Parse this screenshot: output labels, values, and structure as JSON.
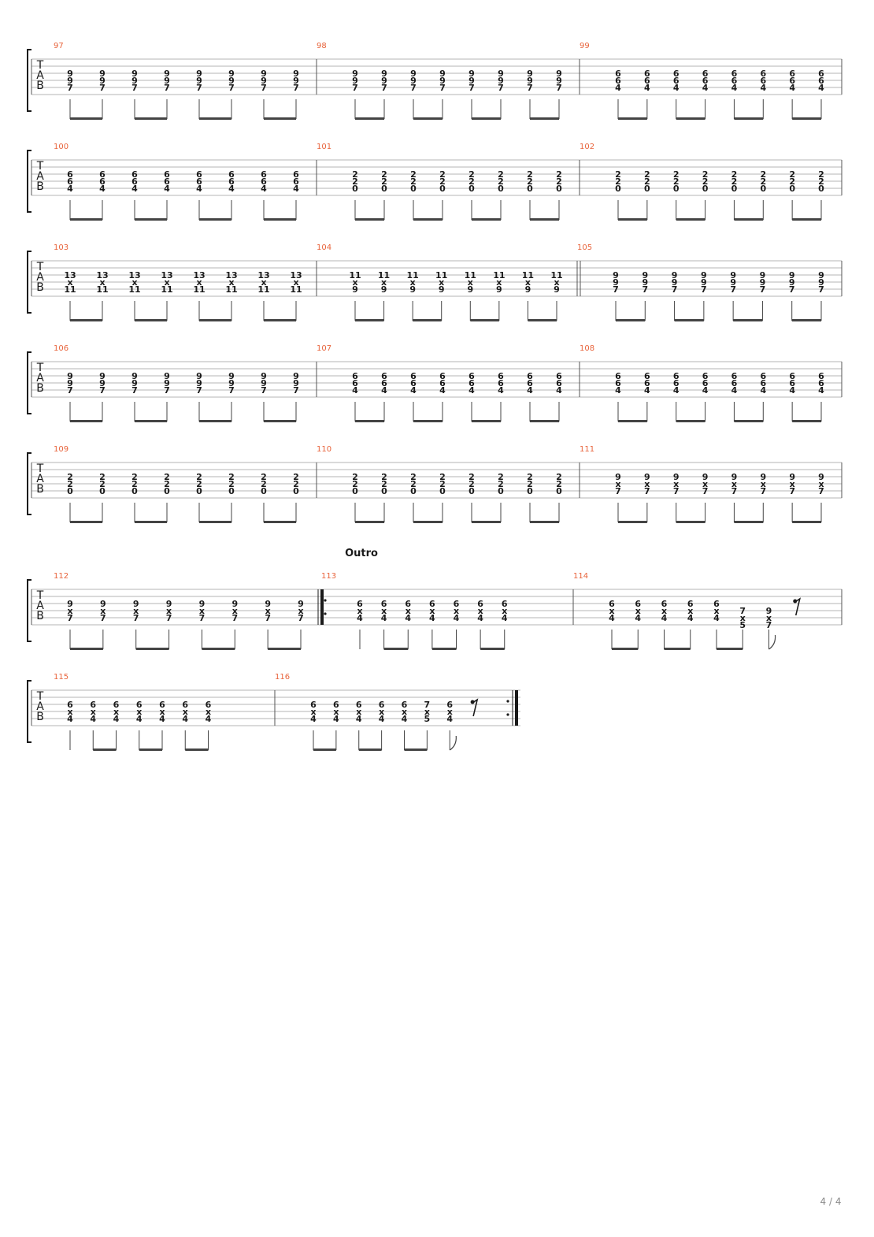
{
  "tab_label": [
    "T",
    "A",
    "B"
  ],
  "page_number": "4 / 4",
  "colors": {
    "measure_number": "#e8643c",
    "ink": "#1a1a1a",
    "line": "#b4b4b4"
  },
  "systems": [
    {
      "measures": [
        {
          "number": "97",
          "chords": [
            [
              "9",
              "9",
              "7"
            ],
            [
              "9",
              "9",
              "7"
            ],
            [
              "9",
              "9",
              "7"
            ],
            [
              "9",
              "9",
              "7"
            ],
            [
              "9",
              "9",
              "7"
            ],
            [
              "9",
              "9",
              "7"
            ],
            [
              "9",
              "9",
              "7"
            ],
            [
              "9",
              "9",
              "7"
            ]
          ]
        },
        {
          "number": "98",
          "chords": [
            [
              "9",
              "9",
              "7"
            ],
            [
              "9",
              "9",
              "7"
            ],
            [
              "9",
              "9",
              "7"
            ],
            [
              "9",
              "9",
              "7"
            ],
            [
              "9",
              "9",
              "7"
            ],
            [
              "9",
              "9",
              "7"
            ],
            [
              "9",
              "9",
              "7"
            ],
            [
              "9",
              "9",
              "7"
            ]
          ]
        },
        {
          "number": "99",
          "chords": [
            [
              "6",
              "6",
              "4"
            ],
            [
              "6",
              "6",
              "4"
            ],
            [
              "6",
              "6",
              "4"
            ],
            [
              "6",
              "6",
              "4"
            ],
            [
              "6",
              "6",
              "4"
            ],
            [
              "6",
              "6",
              "4"
            ],
            [
              "6",
              "6",
              "4"
            ],
            [
              "6",
              "6",
              "4"
            ]
          ]
        }
      ]
    },
    {
      "measures": [
        {
          "number": "100",
          "chords": [
            [
              "6",
              "6",
              "4"
            ],
            [
              "6",
              "6",
              "4"
            ],
            [
              "6",
              "6",
              "4"
            ],
            [
              "6",
              "6",
              "4"
            ],
            [
              "6",
              "6",
              "4"
            ],
            [
              "6",
              "6",
              "4"
            ],
            [
              "6",
              "6",
              "4"
            ],
            [
              "6",
              "6",
              "4"
            ]
          ]
        },
        {
          "number": "101",
          "chords": [
            [
              "2",
              "2",
              "0"
            ],
            [
              "2",
              "2",
              "0"
            ],
            [
              "2",
              "2",
              "0"
            ],
            [
              "2",
              "2",
              "0"
            ],
            [
              "2",
              "2",
              "0"
            ],
            [
              "2",
              "2",
              "0"
            ],
            [
              "2",
              "2",
              "0"
            ],
            [
              "2",
              "2",
              "0"
            ]
          ]
        },
        {
          "number": "102",
          "chords": [
            [
              "2",
              "2",
              "0"
            ],
            [
              "2",
              "2",
              "0"
            ],
            [
              "2",
              "2",
              "0"
            ],
            [
              "2",
              "2",
              "0"
            ],
            [
              "2",
              "2",
              "0"
            ],
            [
              "2",
              "2",
              "0"
            ],
            [
              "2",
              "2",
              "0"
            ],
            [
              "2",
              "2",
              "0"
            ]
          ]
        }
      ]
    },
    {
      "measures": [
        {
          "number": "103",
          "chords": [
            [
              "13",
              "x",
              "11"
            ],
            [
              "13",
              "x",
              "11"
            ],
            [
              "13",
              "x",
              "11"
            ],
            [
              "13",
              "x",
              "11"
            ],
            [
              "13",
              "x",
              "11"
            ],
            [
              "13",
              "x",
              "11"
            ],
            [
              "13",
              "x",
              "11"
            ],
            [
              "13",
              "x",
              "11"
            ]
          ]
        },
        {
          "number": "104",
          "chords": [
            [
              "11",
              "x",
              "9"
            ],
            [
              "11",
              "x",
              "9"
            ],
            [
              "11",
              "x",
              "9"
            ],
            [
              "11",
              "x",
              "9"
            ],
            [
              "11",
              "x",
              "9"
            ],
            [
              "11",
              "x",
              "9"
            ],
            [
              "11",
              "x",
              "9"
            ],
            [
              "11",
              "x",
              "9"
            ]
          ]
        },
        {
          "number": "105",
          "double_bar_start": true,
          "chords": [
            [
              "9",
              "9",
              "7"
            ],
            [
              "9",
              "9",
              "7"
            ],
            [
              "9",
              "9",
              "7"
            ],
            [
              "9",
              "9",
              "7"
            ],
            [
              "9",
              "9",
              "7"
            ],
            [
              "9",
              "9",
              "7"
            ],
            [
              "9",
              "9",
              "7"
            ],
            [
              "9",
              "9",
              "7"
            ]
          ]
        }
      ]
    },
    {
      "measures": [
        {
          "number": "106",
          "chords": [
            [
              "9",
              "9",
              "7"
            ],
            [
              "9",
              "9",
              "7"
            ],
            [
              "9",
              "9",
              "7"
            ],
            [
              "9",
              "9",
              "7"
            ],
            [
              "9",
              "9",
              "7"
            ],
            [
              "9",
              "9",
              "7"
            ],
            [
              "9",
              "9",
              "7"
            ],
            [
              "9",
              "9",
              "7"
            ]
          ]
        },
        {
          "number": "107",
          "chords": [
            [
              "6",
              "6",
              "4"
            ],
            [
              "6",
              "6",
              "4"
            ],
            [
              "6",
              "6",
              "4"
            ],
            [
              "6",
              "6",
              "4"
            ],
            [
              "6",
              "6",
              "4"
            ],
            [
              "6",
              "6",
              "4"
            ],
            [
              "6",
              "6",
              "4"
            ],
            [
              "6",
              "6",
              "4"
            ]
          ]
        },
        {
          "number": "108",
          "chords": [
            [
              "6",
              "6",
              "4"
            ],
            [
              "6",
              "6",
              "4"
            ],
            [
              "6",
              "6",
              "4"
            ],
            [
              "6",
              "6",
              "4"
            ],
            [
              "6",
              "6",
              "4"
            ],
            [
              "6",
              "6",
              "4"
            ],
            [
              "6",
              "6",
              "4"
            ],
            [
              "6",
              "6",
              "4"
            ]
          ]
        }
      ]
    },
    {
      "measures": [
        {
          "number": "109",
          "chords": [
            [
              "2",
              "2",
              "0"
            ],
            [
              "2",
              "2",
              "0"
            ],
            [
              "2",
              "2",
              "0"
            ],
            [
              "2",
              "2",
              "0"
            ],
            [
              "2",
              "2",
              "0"
            ],
            [
              "2",
              "2",
              "0"
            ],
            [
              "2",
              "2",
              "0"
            ],
            [
              "2",
              "2",
              "0"
            ]
          ]
        },
        {
          "number": "110",
          "chords": [
            [
              "2",
              "2",
              "0"
            ],
            [
              "2",
              "2",
              "0"
            ],
            [
              "2",
              "2",
              "0"
            ],
            [
              "2",
              "2",
              "0"
            ],
            [
              "2",
              "2",
              "0"
            ],
            [
              "2",
              "2",
              "0"
            ],
            [
              "2",
              "2",
              "0"
            ],
            [
              "2",
              "2",
              "0"
            ]
          ]
        },
        {
          "number": "111",
          "chords": [
            [
              "9",
              "x",
              "7"
            ],
            [
              "9",
              "x",
              "7"
            ],
            [
              "9",
              "x",
              "7"
            ],
            [
              "9",
              "x",
              "7"
            ],
            [
              "9",
              "x",
              "7"
            ],
            [
              "9",
              "x",
              "7"
            ],
            [
              "9",
              "x",
              "7"
            ],
            [
              "9",
              "x",
              "7"
            ]
          ]
        }
      ]
    },
    {
      "section_label": "Outro",
      "measures": [
        {
          "number": "112",
          "end_repeat_start_bar": true,
          "chords": [
            [
              "9",
              "x",
              "7"
            ],
            [
              "9",
              "x",
              "7"
            ],
            [
              "9",
              "x",
              "7"
            ],
            [
              "9",
              "x",
              "7"
            ],
            [
              "9",
              "x",
              "7"
            ],
            [
              "9",
              "x",
              "7"
            ],
            [
              "9",
              "x",
              "7"
            ],
            [
              "9",
              "x",
              "7"
            ]
          ]
        },
        {
          "number": "113",
          "repeat_start": true,
          "rhythm": "single-then-pairs",
          "chords": [
            [
              "6",
              "x",
              "4"
            ],
            [
              "6",
              "x",
              "4"
            ],
            [
              "6",
              "x",
              "4"
            ],
            [
              "6",
              "x",
              "4"
            ],
            [
              "6",
              "x",
              "4"
            ],
            [
              "6",
              "x",
              "4"
            ],
            [
              "6",
              "x",
              "4"
            ]
          ]
        },
        {
          "number": "114",
          "rhythm": "pairs-then-flag",
          "rest": "eighth",
          "chords": [
            [
              "6",
              "x",
              "4"
            ],
            [
              "6",
              "x",
              "4"
            ],
            [
              "6",
              "x",
              "4"
            ],
            [
              "6",
              "x",
              "4"
            ],
            [
              "6",
              "x",
              "4"
            ],
            [
              "",
              "7",
              "x",
              "5"
            ],
            [
              "",
              "9",
              "x",
              "7"
            ]
          ]
        }
      ]
    },
    {
      "measures": [
        {
          "number": "115",
          "rhythm": "single-then-pairs",
          "chords": [
            [
              "6",
              "x",
              "4"
            ],
            [
              "6",
              "x",
              "4"
            ],
            [
              "6",
              "x",
              "4"
            ],
            [
              "6",
              "x",
              "4"
            ],
            [
              "6",
              "x",
              "4"
            ],
            [
              "6",
              "x",
              "4"
            ],
            [
              "6",
              "x",
              "4"
            ]
          ]
        },
        {
          "number": "116",
          "rhythm": "pairs-then-flag",
          "rest": "eighth",
          "repeat_end": true,
          "chords": [
            [
              "6",
              "x",
              "4"
            ],
            [
              "6",
              "x",
              "4"
            ],
            [
              "6",
              "x",
              "4"
            ],
            [
              "6",
              "x",
              "4"
            ],
            [
              "6",
              "x",
              "4"
            ],
            [
              "7",
              "x",
              "5"
            ],
            [
              "6",
              "x",
              "4"
            ]
          ]
        }
      ]
    }
  ]
}
